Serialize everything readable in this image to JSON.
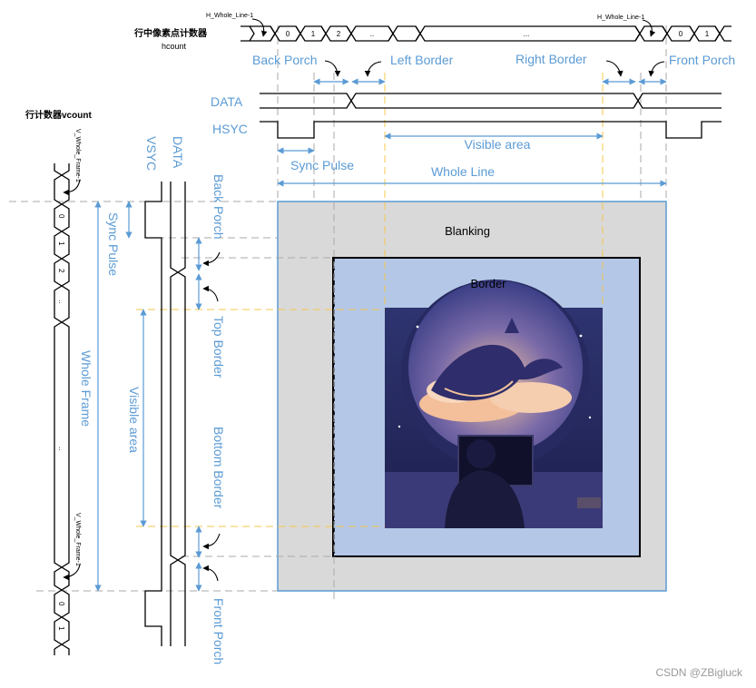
{
  "hcount_label_cn": "行中像素点计数器",
  "hcount_label_en": "hcount",
  "vcount_label": "行计数器vcount",
  "h_whole_line_marker": "H_Whole_Line-1",
  "v_whole_frame_marker": "V_Whole_Frame-1",
  "hcount_cells": [
    "0",
    "1",
    "2",
    "..",
    "...",
    "0",
    "1"
  ],
  "vcount_cells": [
    "0",
    "1",
    "2",
    "..",
    "..",
    "0",
    "1"
  ],
  "h_labels": {
    "back_porch": "Back Porch",
    "left_border": "Left Border",
    "right_border": "Right Border",
    "front_porch": "Front Porch",
    "data": "DATA",
    "hsyc": "HSYC",
    "sync_pulse": "Sync Pulse",
    "visible_area": "Visible area",
    "whole_line": "Whole Line"
  },
  "v_labels": {
    "vsyc": "VSYC",
    "data": "DATA",
    "back_porch": "Back Porch",
    "sync_pulse": "Sync Pulse",
    "top_border": "Top Border",
    "visible_area": "Visible area",
    "bottom_border": "Bottom Border",
    "whole_frame": "Whole Frame",
    "front_porch": "Front Porch"
  },
  "region_labels": {
    "blanking": "Blanking",
    "border": "Border"
  },
  "watermark": "CSDN @ZBigluck",
  "colors": {
    "label_blue": "#5b9bd5",
    "guide_yellow": "#f5c84c",
    "blanking_gray": "#d9d9d9",
    "border_blue": "#b4c7e7",
    "frame_blue": "#5b9bd5"
  }
}
